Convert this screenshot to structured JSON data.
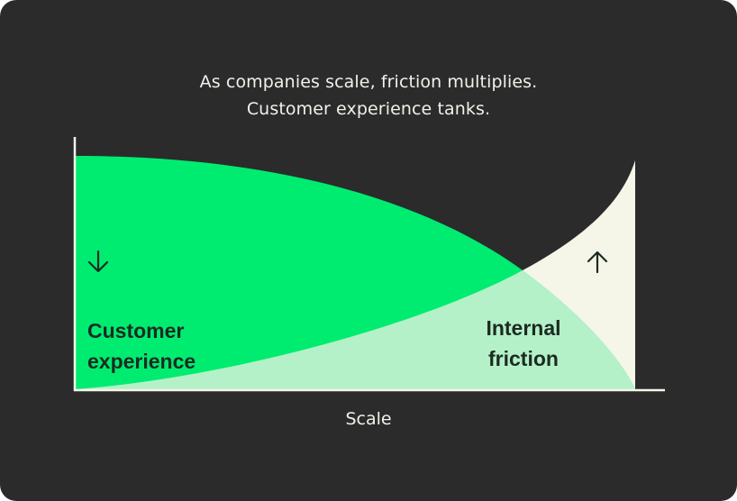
{
  "title": {
    "line1": "As companies scale, friction multiplies.",
    "line2": "Customer experience tanks."
  },
  "colors": {
    "background": "#2b2b2b",
    "customer_experience": "#00ec70",
    "internal_friction": "#f5f5e8",
    "overlap": "#b4f1c8",
    "axis": "#f5f5e8",
    "text_light": "#f1f1ea",
    "text_dark": "#1b2b22"
  },
  "chart_data": {
    "type": "area",
    "xlabel": "Scale",
    "series": [
      {
        "label_lines": [
          "Customer",
          "experience"
        ],
        "trend": "decreasing",
        "trend_icon": "arrow-down-icon"
      },
      {
        "label_lines": [
          "Internal",
          "friction"
        ],
        "trend": "increasing",
        "trend_icon": "arrow-up-icon"
      }
    ],
    "axis_ticks": false,
    "grid": false,
    "legend": "none"
  }
}
